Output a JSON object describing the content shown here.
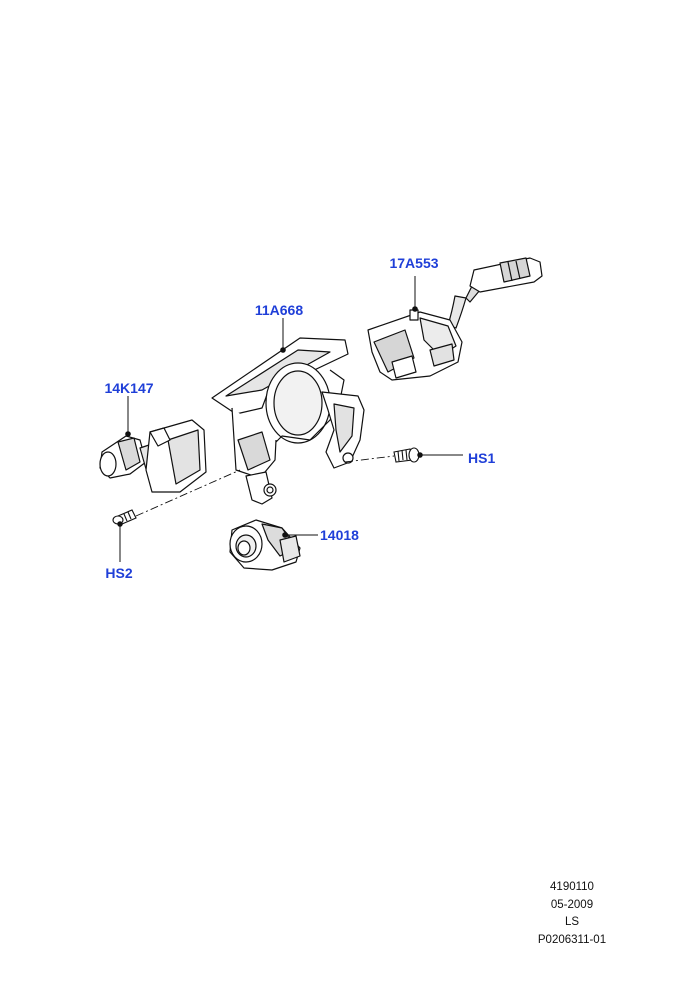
{
  "callouts": {
    "c17A553": "17A553",
    "c11A668": "11A668",
    "c14K147": "14K147",
    "cHS1": "HS1",
    "cHS2": "HS2",
    "c14018": "14018"
  },
  "meta": {
    "line1": "4190110",
    "line2": "05-2009",
    "line3": "LS",
    "line4": "P0206311-01"
  },
  "colors": {
    "callout_text": "#1f3fd8",
    "line_art": "#111111",
    "part_fill": "#ffffff",
    "shade": "#cfcfcf"
  }
}
